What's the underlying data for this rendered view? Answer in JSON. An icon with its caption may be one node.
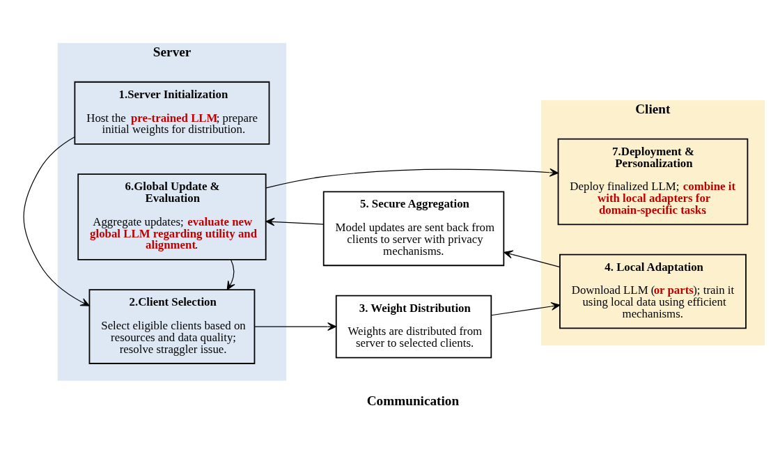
{
  "diagram": {
    "nodes": [
      {
        "text": [
          "Server"
        ]
      },
      {
        "text": [
          "Client"
        ]
      },
      {
        "text": [
          "1.Server Initialization",
          "Host the **pre-trained LLM**; prepare initial weights for distribution."
        ],
        "in": 0
      },
      {
        "text": [
          "2.Client Selection",
          "Select eligible clients based on resources and data quality; resolve straggler issue."
        ],
        "in": 0
      },
      {
        "text": [
          "3. Weight Distribution",
          "Weights are distributed from server to selected clients."
        ]
      },
      {
        "text": [
          "4. Local Adaptation",
          "Download LLM (**or parts**); train it using local data using efficient mechanisms."
        ],
        "in": 1
      },
      {
        "text": [
          "5. Secure Aggregation",
          "Model updates are sent back from clients to server with privacy mechanisms."
        ]
      },
      {
        "text": [
          "6.Global Update & Evaluation",
          "Aggregate updates; **evaluate new global LLM regarding utility and alignment**."
        ],
        "in": 0
      },
      {
        "text": [
          "7.Deployment & Personalization",
          "Deploy finalized LLM; **combine it with local adapters for domain-specific tasks**."
        ],
        "in": 1
      }
    ],
    "edges": [
      {
        "from": 2,
        "to": 3,
        "arrow": "to"
      },
      {
        "from": 3,
        "to": 4,
        "arrow": "to"
      },
      {
        "from": 4,
        "to": 5,
        "arrow": "to"
      },
      {
        "from": 5,
        "to": 6,
        "arrow": "to"
      },
      {
        "from": 6,
        "to": 7,
        "arrow": "to"
      },
      {
        "from": 7,
        "to": 3,
        "arrow": "to"
      },
      {
        "from": 7,
        "to": 8,
        "arrow": "to"
      }
    ],
    "labels": [
      "Communication"
    ]
  }
}
